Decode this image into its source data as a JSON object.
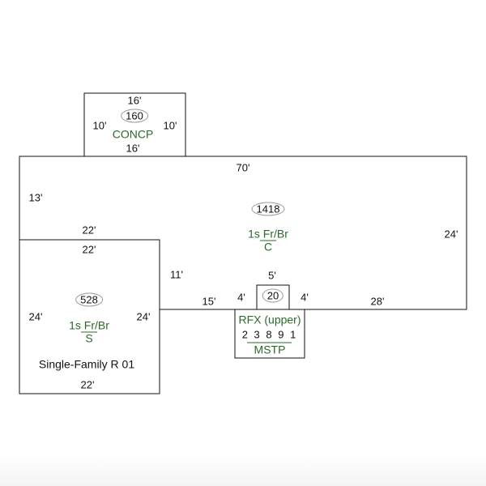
{
  "sketch": {
    "concp": {
      "top": "16'",
      "bottom": "16'",
      "left": "10'",
      "right": "10'",
      "area": "160",
      "label": "CONCP"
    },
    "main": {
      "top": "70'",
      "left": "13'",
      "right": "24'",
      "area": "1418",
      "label_top": "1s Fr/Br",
      "label_bottom": "C",
      "seg_bottom_left": "11'",
      "seg_15": "15'",
      "seg_4a": "4'",
      "seg_5": "5'",
      "seg_4b": "4'",
      "seg_28": "28'"
    },
    "garage": {
      "top_outer": "22'",
      "top_inner": "22'",
      "left": "24'",
      "right": "24'",
      "bottom": "22'",
      "area": "528",
      "label_top": "1s Fr/Br",
      "label_bottom": "S",
      "caption": "Single-Family R 01"
    },
    "bump": {
      "area": "20",
      "label": "RFX (upper)",
      "numbers": "2 3 8 9 1",
      "sub_label": "MSTP"
    },
    "colors": {
      "line": "#111111",
      "label": "#2a6a2a",
      "oval": "#999999"
    }
  }
}
